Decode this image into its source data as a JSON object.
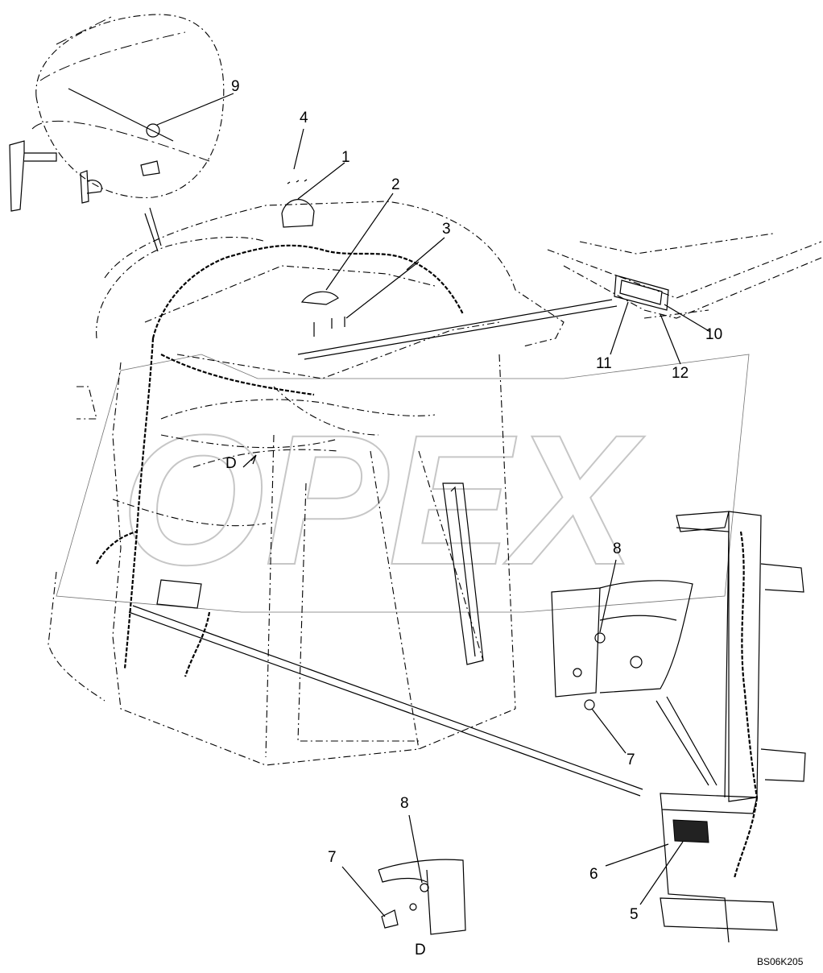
{
  "callouts": {
    "c1": "1",
    "c2": "2",
    "c3": "3",
    "c4": "4",
    "c5": "5",
    "c6": "6",
    "c7a": "7",
    "c7b": "7",
    "c8a": "8",
    "c8b": "8",
    "c9": "9",
    "c10": "10",
    "c11": "11",
    "c12": "12",
    "dA": "D",
    "dB": "D"
  },
  "drawing_code": "BS06K205",
  "watermark": "OPEX"
}
